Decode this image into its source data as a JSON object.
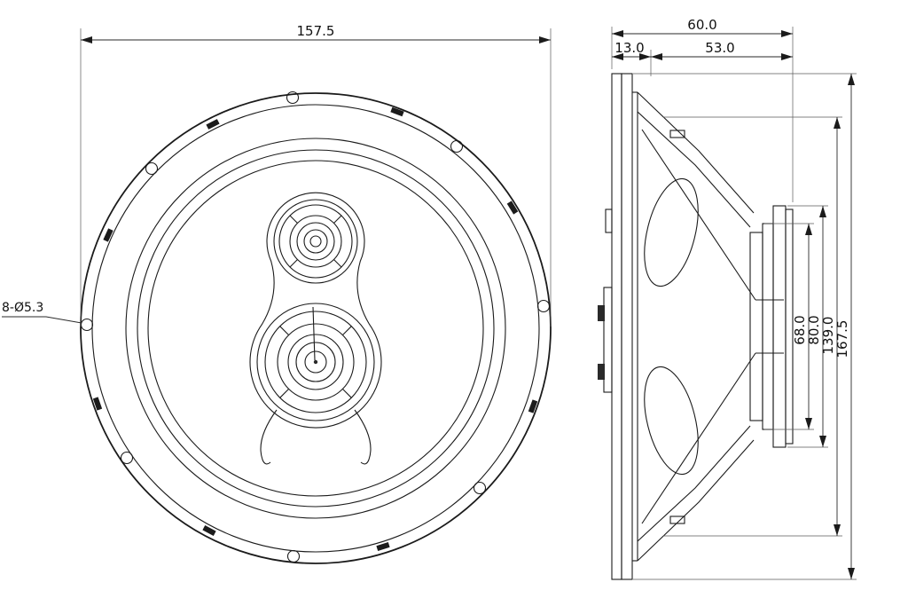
{
  "meta": {
    "background": "#ffffff",
    "line_color": "#1b1b1b"
  },
  "front_view": {
    "diameter_dim": "157.5",
    "holes_callout": "8-Ø5.3"
  },
  "side_view": {
    "depth_total_dim": "60.0",
    "flange_depth_dim": "13.0",
    "body_depth_dim": "53.0",
    "pole_plate_dim": "68.0",
    "magnet_dim": "80.0",
    "basket_dim": "139.0",
    "overall_height_dim": "167.5"
  }
}
